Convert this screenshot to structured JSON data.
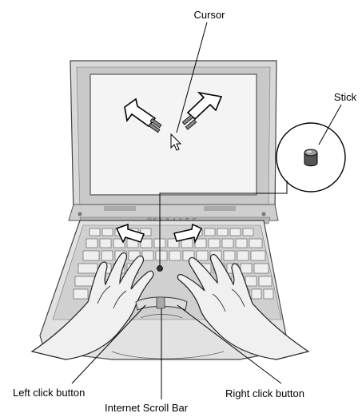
{
  "labels": {
    "cursor": "Cursor",
    "stick": "Stick",
    "left_click": "Left click button",
    "right_click": "Right click button",
    "scroll_bar": "Internet Scroll Bar"
  },
  "laptop": {
    "brand_text": "ⓅS L 8 4 X E S"
  },
  "colors": {
    "body_light": "#e6e6e6",
    "body_mid": "#c8c8c8",
    "body_dark": "#8c8c8c",
    "line": "#000000"
  }
}
